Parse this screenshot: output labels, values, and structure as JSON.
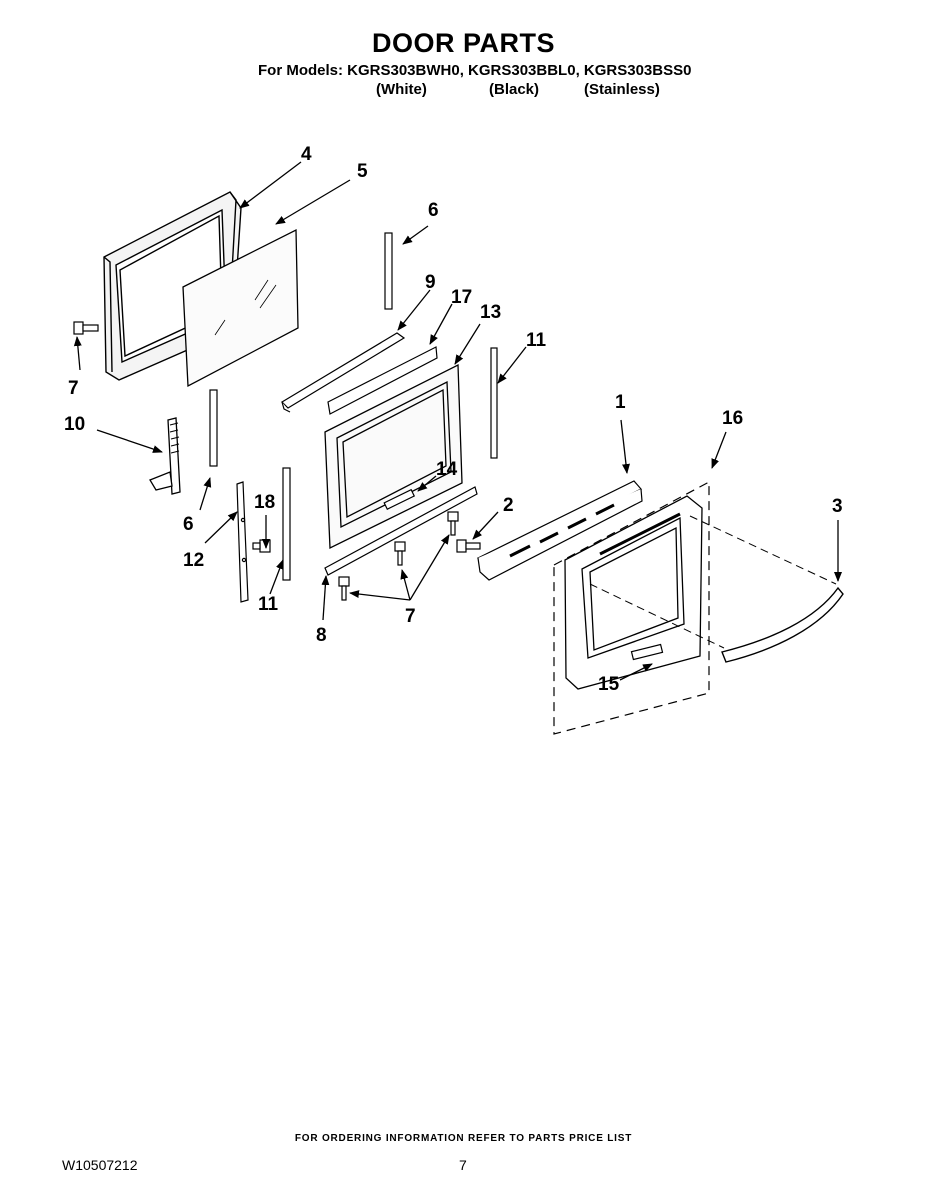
{
  "header": {
    "title": "DOOR PARTS",
    "models_line": "For Models: KGRS303BWH0, KGRS303BBL0, KGRS303BSS0",
    "variants": [
      "(White)",
      "(Black)",
      "(Stainless)"
    ]
  },
  "callouts": {
    "c1": "1",
    "c2": "2",
    "c3": "3",
    "c4": "4",
    "c5": "5",
    "c6a": "6",
    "c6b": "6",
    "c7a": "7",
    "c7b": "7",
    "c8": "8",
    "c9": "9",
    "c10": "10",
    "c11a": "11",
    "c11b": "11",
    "c12": "12",
    "c13": "13",
    "c14": "14",
    "c15": "15",
    "c16": "16",
    "c17": "17",
    "c18": "18"
  },
  "footer": {
    "ordering_note": "FOR ORDERING INFORMATION REFER TO PARTS PRICE LIST",
    "doc_number": "W10507212",
    "page_number": "7"
  }
}
